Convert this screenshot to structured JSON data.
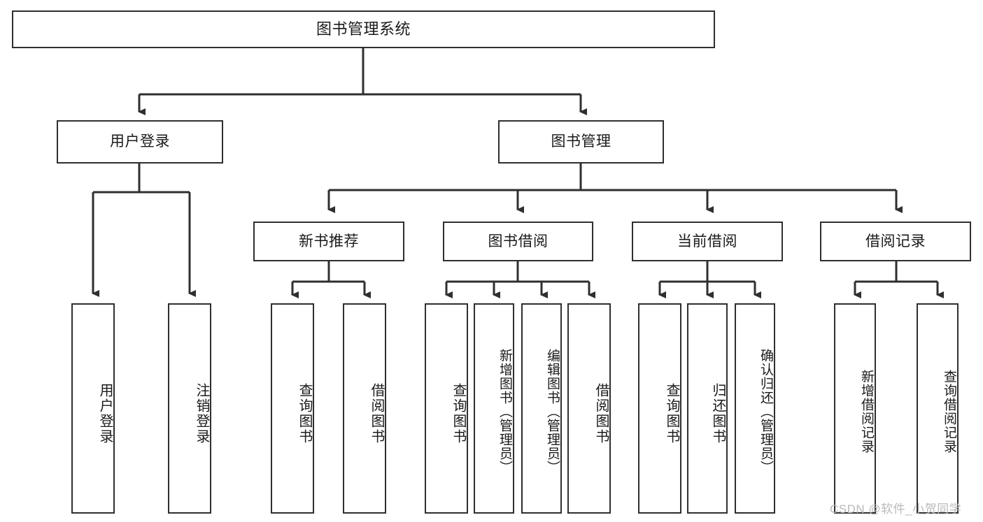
{
  "diagram": {
    "type": "tree-hierarchy",
    "title": "图书管理系统",
    "watermark": "CSDN @软件_小贺同学",
    "colors": {
      "stroke": "#2f2f2f",
      "fill": "#ffffff",
      "text": "#1a1a1a",
      "watermark": "#b9b9b9"
    },
    "nodes": {
      "root": {
        "label": "图书管理系统"
      },
      "level2": [
        {
          "id": "user-login",
          "label": "用户登录"
        },
        {
          "id": "book-manage",
          "label": "图书管理"
        }
      ],
      "level3": [
        {
          "id": "new-book-recommend",
          "label": "新书推荐"
        },
        {
          "id": "book-borrow",
          "label": "图书借阅"
        },
        {
          "id": "current-borrow",
          "label": "当前借阅"
        },
        {
          "id": "borrow-record",
          "label": "借阅记录"
        }
      ],
      "leaves": [
        {
          "id": "leaf-user-login",
          "label": "用户登录",
          "parent": "user-login"
        },
        {
          "id": "leaf-logout",
          "label": "注销登录",
          "parent": "user-login"
        },
        {
          "id": "leaf-query-book-1",
          "label": "查询图书",
          "parent": "new-book-recommend"
        },
        {
          "id": "leaf-borrow-book-1",
          "label": "借阅图书",
          "parent": "new-book-recommend"
        },
        {
          "id": "leaf-query-book-2",
          "label": "查询图书",
          "parent": "book-borrow"
        },
        {
          "id": "leaf-add-book",
          "label": "新增图书（管理员）",
          "parent": "book-borrow"
        },
        {
          "id": "leaf-edit-book",
          "label": "编辑图书（管理员）",
          "parent": "book-borrow"
        },
        {
          "id": "leaf-borrow-book-2",
          "label": "借阅图书",
          "parent": "book-borrow"
        },
        {
          "id": "leaf-query-book-3",
          "label": "查询图书",
          "parent": "current-borrow"
        },
        {
          "id": "leaf-return-book",
          "label": "归还图书",
          "parent": "current-borrow"
        },
        {
          "id": "leaf-confirm-return",
          "label": "确认归还（管理员）",
          "parent": "current-borrow"
        },
        {
          "id": "leaf-add-record",
          "label": "新增借阅记录",
          "parent": "borrow-record"
        },
        {
          "id": "leaf-query-record",
          "label": "查询借阅记录",
          "parent": "borrow-record"
        }
      ]
    }
  }
}
